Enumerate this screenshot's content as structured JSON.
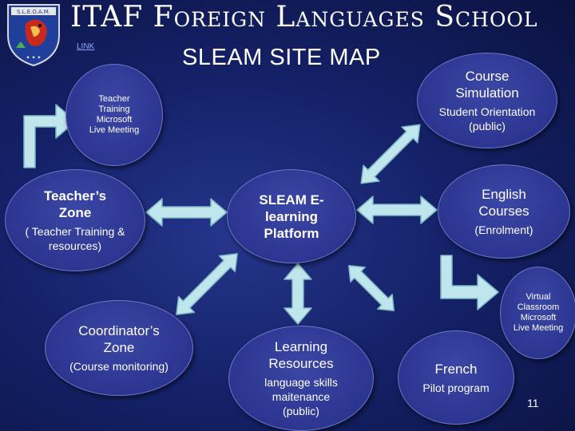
{
  "header": {
    "school_name": "ITAF Foreign Languages School",
    "link_label": "LINK",
    "map_title": "SLEAM SITE MAP"
  },
  "logo": {
    "caption": "S.L.E.O.A.M."
  },
  "nodes": {
    "teacher_training": {
      "line1": "Teacher",
      "line2": "Training",
      "line3": "Microsoft",
      "line4": "Live Meeting"
    },
    "course_simulation": {
      "title": "Course Simulation",
      "subtitle": "Student Orientation (public)"
    },
    "teachers_zone": {
      "title": "Teacher’s Zone",
      "subtitle": "( Teacher Training & resources)"
    },
    "sleam_platform": {
      "title": "SLEAM E-learning Platform"
    },
    "english_courses": {
      "title": "English Courses",
      "subtitle": "(Enrolment)"
    },
    "coordinators_zone": {
      "title": "Coordinator’s Zone",
      "subtitle": "(Course monitoring)"
    },
    "virtual_classroom": {
      "line1": "Virtual",
      "line2": "Classroom",
      "line3": "Microsoft",
      "line4": "Live Meeting"
    },
    "learning_resources": {
      "title": "Learning Resources",
      "subtitle": "language skills maitenance (public)"
    },
    "french": {
      "title": "French",
      "subtitle": "Pilot program"
    }
  },
  "page_number": "11",
  "colors": {
    "background": "#15226a",
    "node_fill": "#2c3590",
    "arrow_fill": "#bfe6ec",
    "arrow_stroke": "#7fb6c4"
  }
}
